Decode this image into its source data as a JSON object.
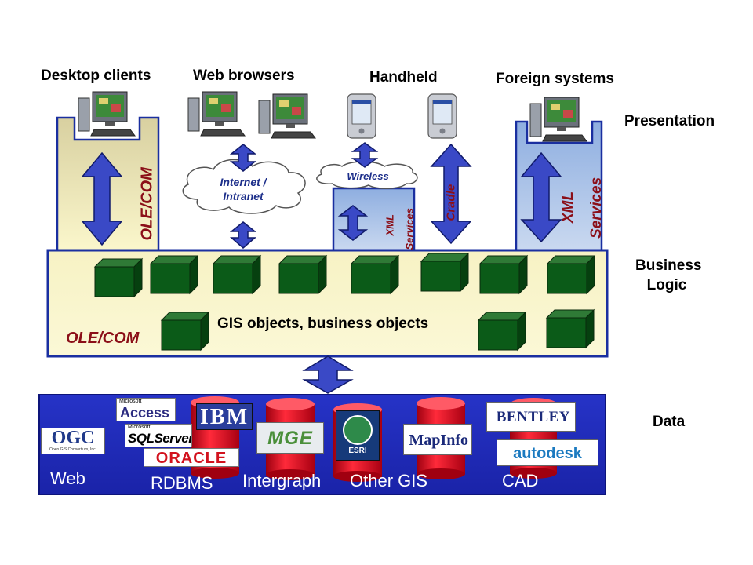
{
  "clients": [
    {
      "key": "desktop",
      "label": "Desktop clients"
    },
    {
      "key": "web",
      "label": "Web browsers"
    },
    {
      "key": "handheld",
      "label": "Handheld"
    },
    {
      "key": "foreign",
      "label": "Foreign systems"
    }
  ],
  "tiers": {
    "presentation": "Presentation",
    "business_line1": "Business",
    "business_line2": "Logic",
    "data": "Data"
  },
  "connectors": {
    "ole_com_left": "OLE/COM",
    "internet_line1": "Internet /",
    "internet_line2": "Intranet",
    "wireless": "Wireless",
    "xml_services_small_line1": "XML",
    "xml_services_small_line2": "Services",
    "cradle": "Cradle",
    "xml_services_right_line1": "XML",
    "xml_services_right_line2": "Services"
  },
  "business_layer": {
    "objects_label": "GIS objects, business objects",
    "ole_com": "OLE/COM"
  },
  "data_categories": [
    "Web",
    "RDBMS",
    "Intergraph",
    "Other GIS",
    "CAD"
  ],
  "logos": {
    "ogc": "OGC",
    "ogc_sub": "Open GIS Consortium, Inc.",
    "access_small": "Microsoft",
    "access": "Access",
    "sql_small": "Microsoft",
    "sql": "SQLServer",
    "oracle": "ORACLE",
    "ibm": "IBM",
    "mge": "MGE",
    "esri": "ESRI",
    "mapinfo": "MapInfo",
    "bentley": "BENTLEY",
    "autodesk": "autodesk"
  },
  "colors": {
    "panel_yellow": "#f4efbb",
    "panel_blue": "#a9c3e8",
    "panel_border": "#1a2fa0",
    "data_band": "#1f2bbe",
    "arrow_fill": "#3a49c6",
    "cube": "#0b5b18",
    "accent_red": "#8b0f18"
  }
}
